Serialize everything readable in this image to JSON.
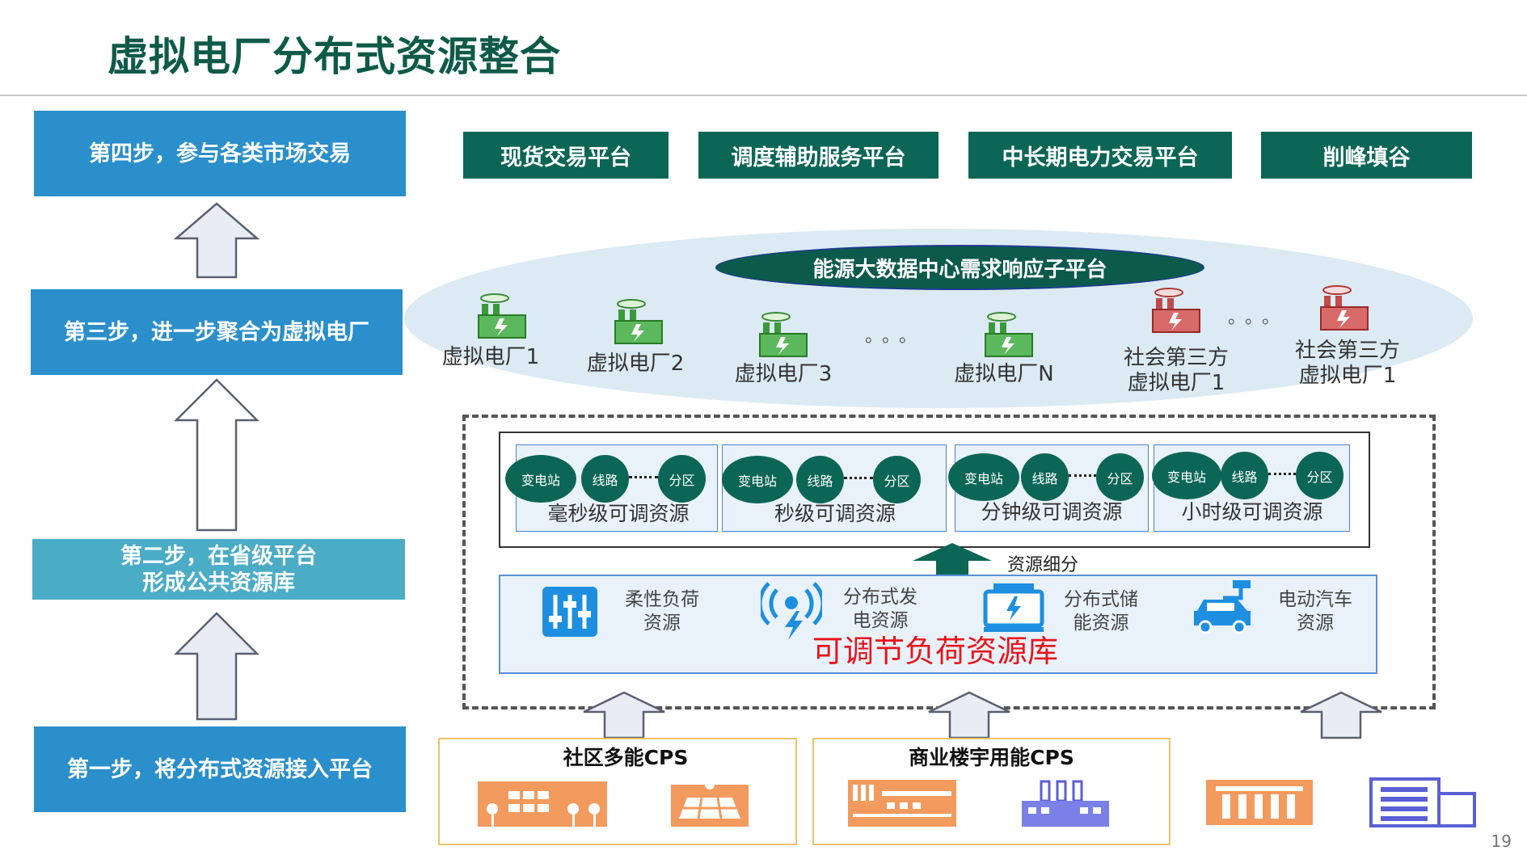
{
  "title": "虚拟电厂分布式资源整合",
  "steps": [
    {
      "label": "第四步，参与各类市场交易",
      "color": "#2a8fcb"
    },
    {
      "label": "第三步，进一步聚合为虚拟电厂",
      "color": "#2a8fcb"
    },
    {
      "label": "第二步，在省级平台\n形成公共资源库",
      "color": "#4bacc6"
    },
    {
      "label": "第一步，将分布式资源接入平台",
      "color": "#2a8fcb"
    }
  ],
  "platforms": [
    "现货交易平台",
    "调度辅助服务平台",
    "中长期电力交易平台",
    "削峰填谷"
  ],
  "hub_title": "能源大数据中心需求响应子平台",
  "vpps": [
    {
      "label": "虚拟电厂1",
      "icon": "factory-green-icon"
    },
    {
      "label": "虚拟电厂2",
      "icon": "factory-green-icon"
    },
    {
      "label": "虚拟电厂3",
      "icon": "factory-green-icon"
    },
    {
      "label": "虚拟电厂N",
      "icon": "factory-green-icon"
    },
    {
      "label": "社会第三方\n虚拟电厂1",
      "icon": "factory-red-icon"
    },
    {
      "label": "社会第三方\n虚拟电厂1",
      "icon": "factory-red-icon"
    }
  ],
  "ellipsis": "。。。",
  "node_labels": {
    "substation": "变电站",
    "line": "线路",
    "zone": "分区"
  },
  "resource_tiers": [
    "毫秒级可调资源",
    "秒级可调资源",
    "分钟级可调资源",
    "小时级可调资源"
  ],
  "subdivide_label": "资源细分",
  "pool_title": "可调节负荷资源库",
  "pool_items": [
    {
      "label": "柔性负荷\n资源",
      "icon": "sliders-icon"
    },
    {
      "label": "分布式发\n电资源",
      "icon": "wireless-power-icon"
    },
    {
      "label": "分布式储\n能资源",
      "icon": "battery-storage-icon"
    },
    {
      "label": "电动汽车\n资源",
      "icon": "ev-charging-icon"
    }
  ],
  "cps": [
    {
      "title": "社区多能CPS",
      "icons": [
        "community-building-icon",
        "solar-panel-icon"
      ]
    },
    {
      "title": "商业楼宇用能CPS",
      "icons": [
        "commercial-building-icon",
        "industrial-plant-icon"
      ]
    }
  ],
  "extra_icons": [
    "public-building-icon",
    "office-building-icon"
  ],
  "page_number": "19",
  "colors": {
    "dark_green": "#0c6656",
    "step_blue": "#2a8fcb",
    "step_teal": "#4bacc6",
    "pool_red": "#e8141b",
    "icon_blue": "#1e8fe0",
    "orange": "#f08a3a",
    "purple": "#5a5fd6"
  }
}
